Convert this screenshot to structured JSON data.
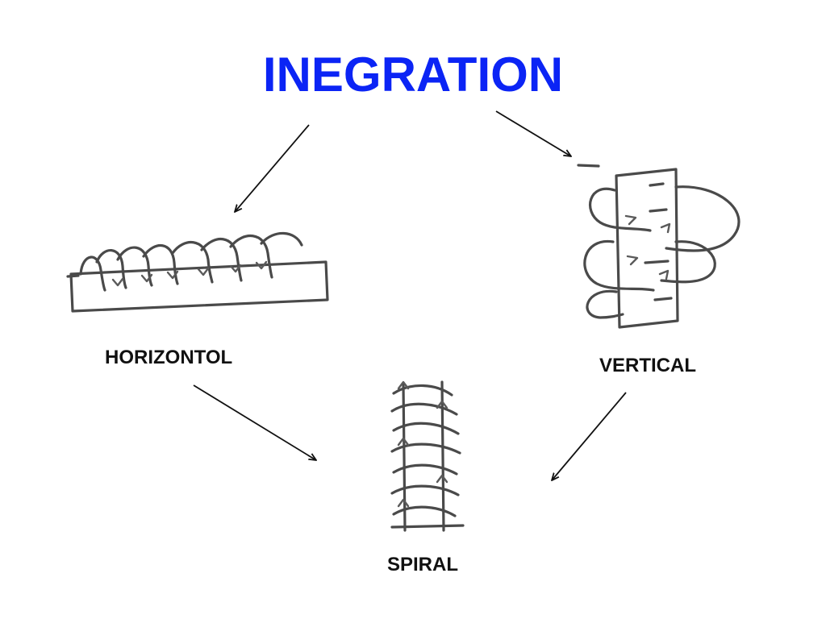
{
  "title": "INEGRATION",
  "labels": {
    "horizontal": "HORIZONTOL",
    "vertical": "VERTICAL",
    "spiral": "SPIRAL"
  },
  "colors": {
    "title": "#0b24f5",
    "label": "#111111",
    "sketch": "#4a4a4a",
    "background": "#ffffff"
  }
}
